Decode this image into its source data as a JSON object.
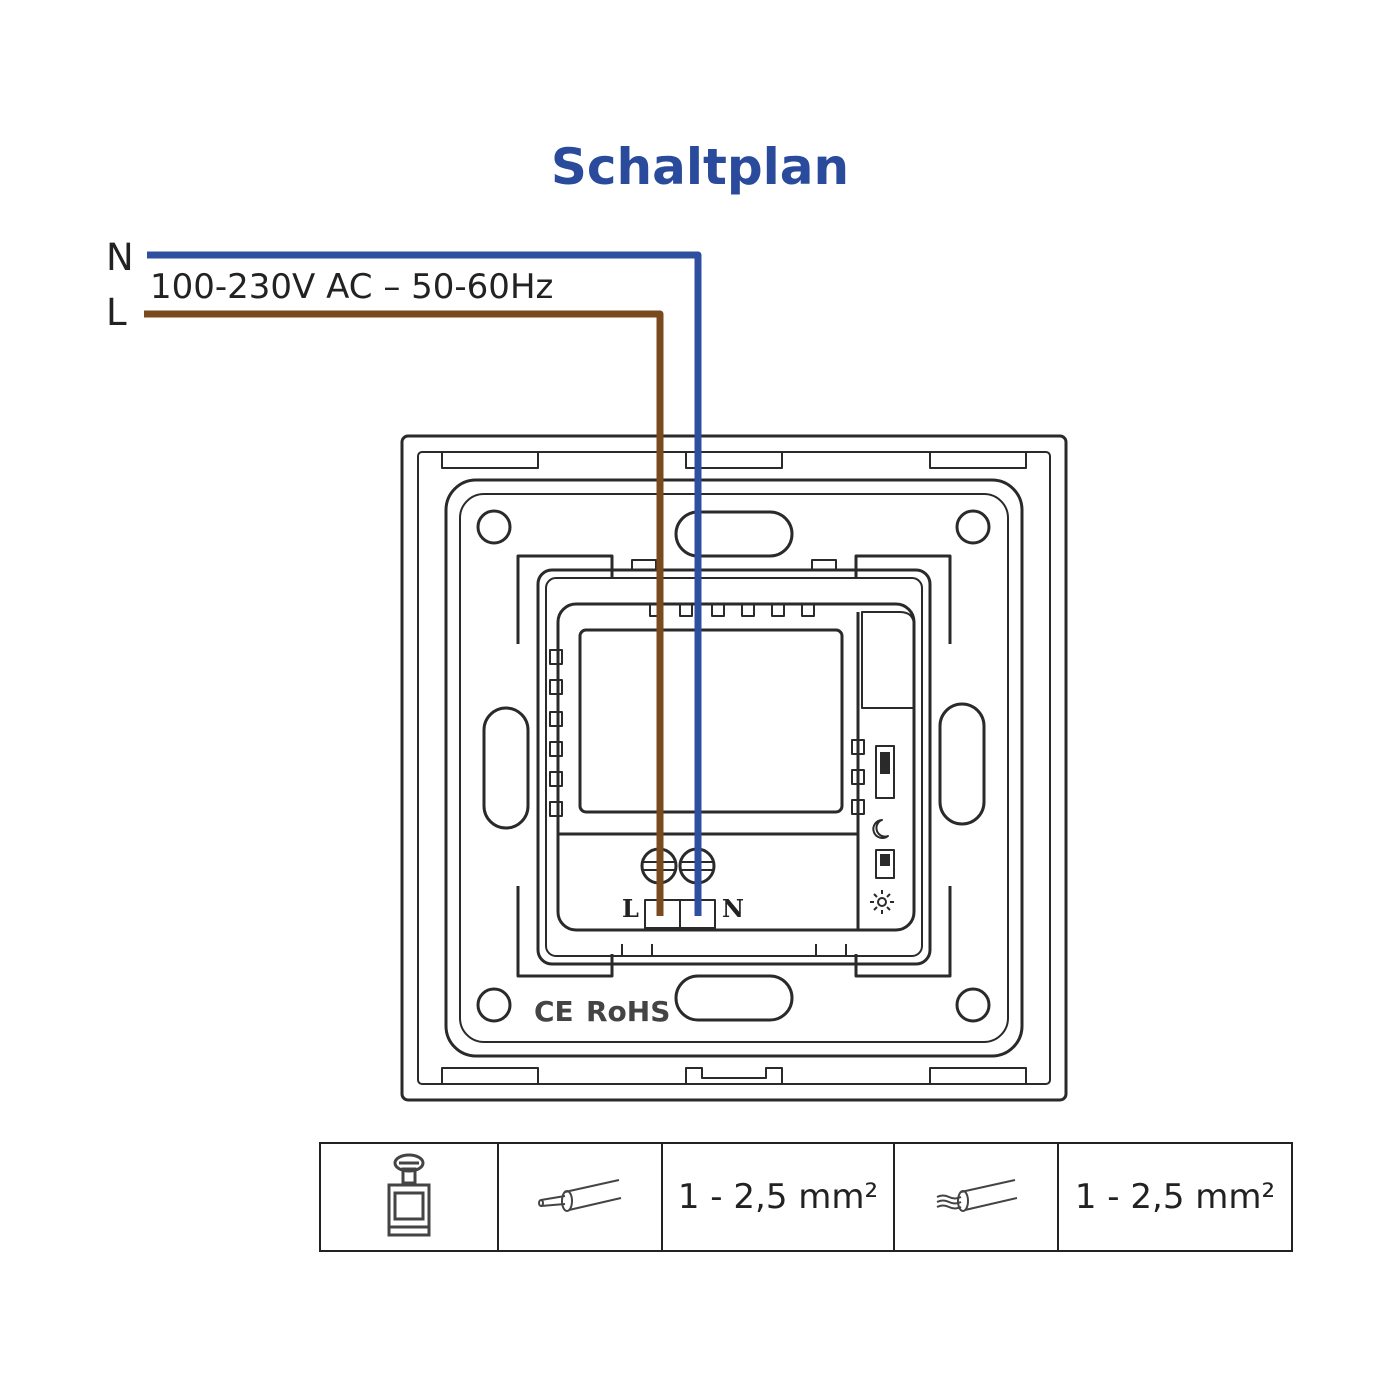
{
  "title": "Schaltplan",
  "colors": {
    "title": "#2a4b9b",
    "neutral_wire": "#2e4fa0",
    "live_wire": "#7a4a1e",
    "outline": "#2a2a2a"
  },
  "wires": {
    "neutral_label": "N",
    "live_label": "L",
    "supply": "100-230V AC – 50-60Hz"
  },
  "device": {
    "terminal_l": "L",
    "terminal_n": "N",
    "ce_mark": "CE",
    "rohs_mark": "RoHS",
    "icons": [
      "moon-icon",
      "sun-icon"
    ]
  },
  "spec_table": {
    "cells": [
      {
        "type": "icon",
        "icon": "screw-terminal-icon"
      },
      {
        "type": "icon",
        "icon": "solid-wire-icon"
      },
      {
        "type": "text",
        "text": "1 - 2,5 mm²"
      },
      {
        "type": "icon",
        "icon": "stranded-wire-icon"
      },
      {
        "type": "text",
        "text": "1 - 2,5 mm²"
      }
    ]
  }
}
